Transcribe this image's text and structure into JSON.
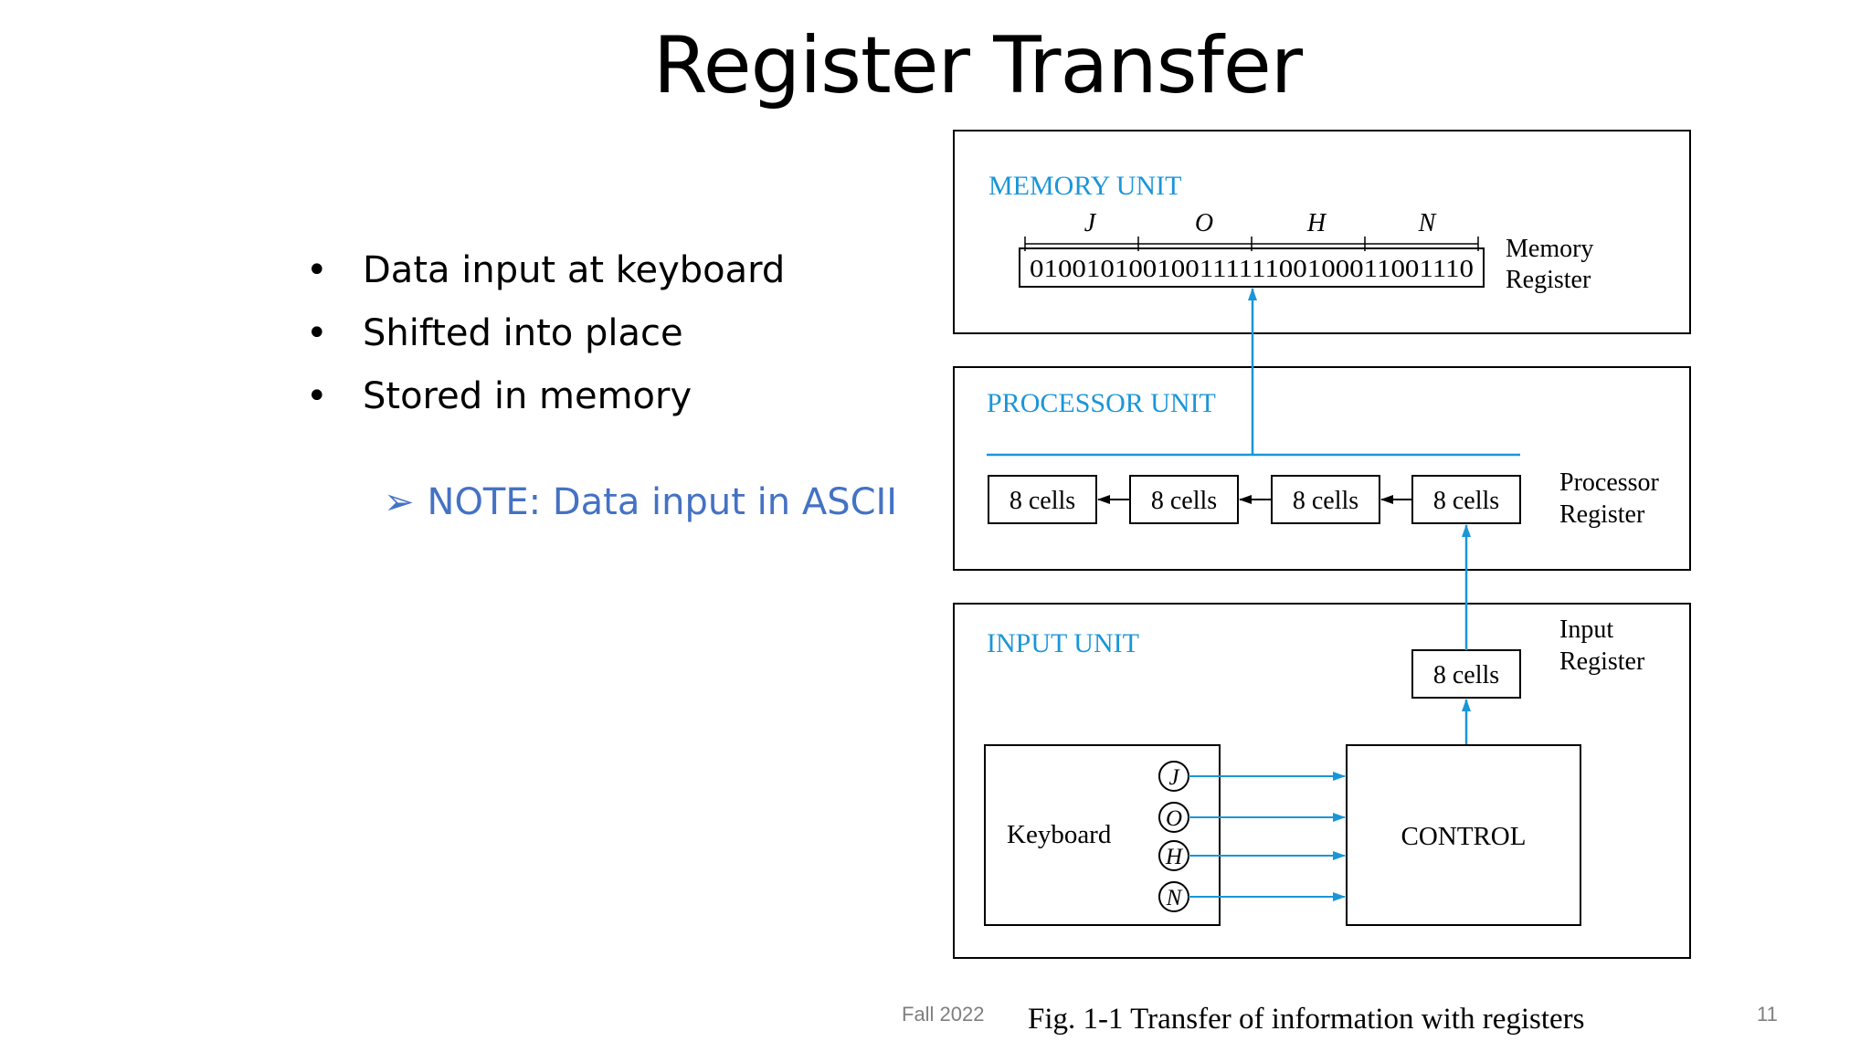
{
  "slide": {
    "title": "Register Transfer",
    "bullets": [
      "Data input at keyboard",
      "Shifted into place",
      "Stored in memory"
    ],
    "bullet_char": "•",
    "note_arrow": "➢",
    "note": "NOTE: Data input in ASCII",
    "footer_left": "Fall 2022",
    "page_number": "11"
  },
  "diagram": {
    "caption": "Fig. 1-1  Transfer of information with registers",
    "accent_color": "#1a96d8",
    "memory_unit": {
      "label": "MEMORY UNIT",
      "letters": [
        "J",
        "O",
        "H",
        "N"
      ],
      "bits": "01001010010011111100100011001110",
      "register_label": [
        "Memory",
        "Register"
      ]
    },
    "processor_unit": {
      "label": "PROCESSOR UNIT",
      "cells": [
        "8 cells",
        "8 cells",
        "8 cells",
        "8 cells"
      ],
      "register_label": [
        "Processor",
        "Register"
      ]
    },
    "input_unit": {
      "label": "INPUT  UNIT",
      "register_cell": "8 cells",
      "register_label": [
        "Input",
        "Register"
      ],
      "keyboard": "Keyboard",
      "keys": [
        "J",
        "O",
        "H",
        "N"
      ],
      "control": "CONTROL"
    }
  }
}
